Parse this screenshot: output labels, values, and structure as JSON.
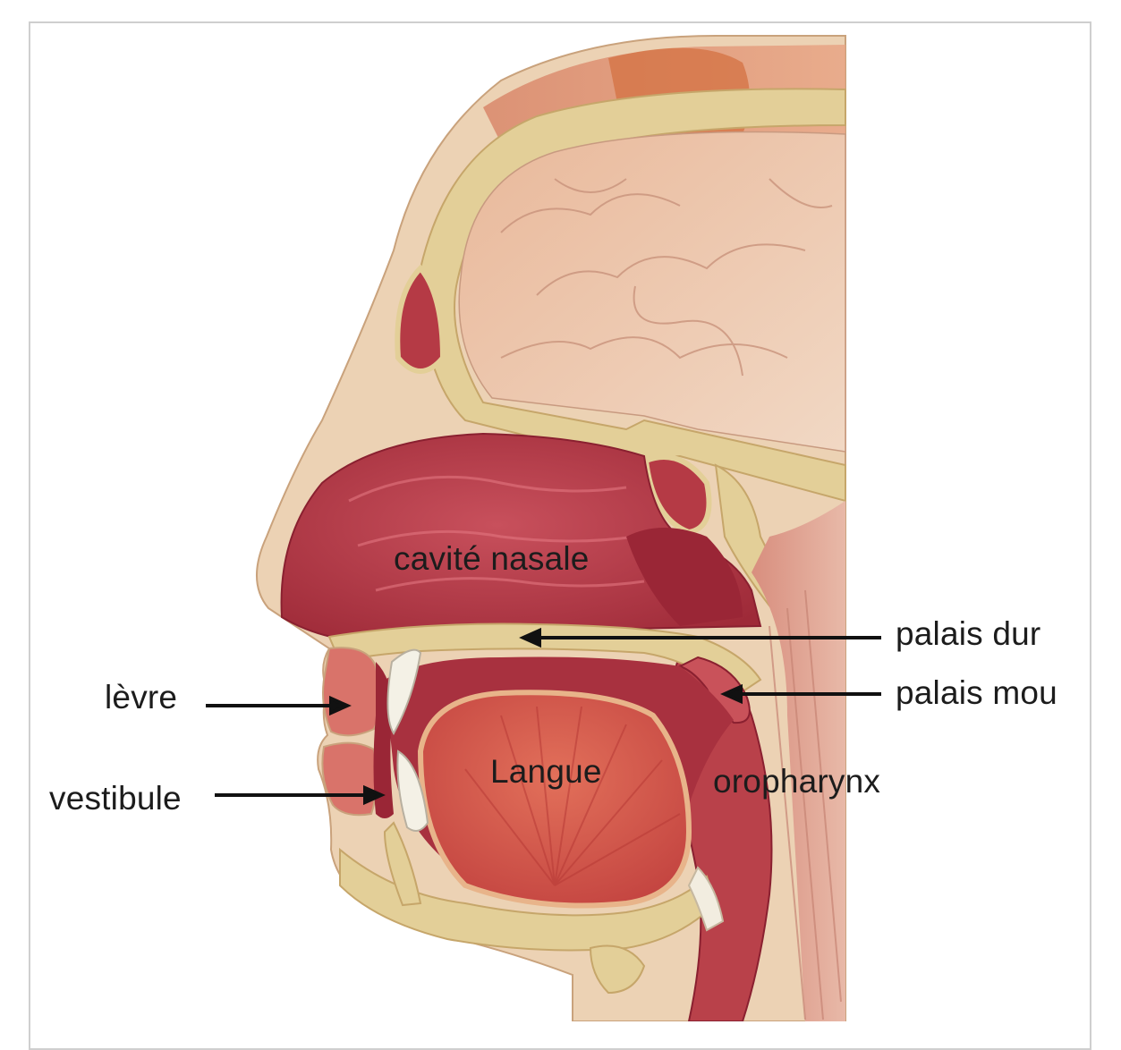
{
  "labels": {
    "cavite_nasale": "cavité nasale",
    "palais_dur": "palais dur",
    "palais_mou": "palais mou",
    "levre": "lèvre",
    "vestibule": "vestibule",
    "langue": "Langue",
    "oropharynx": "oropharynx"
  },
  "colors": {
    "skin": "#e7c9a9",
    "bone": "#e3cf98",
    "mucosa": "#c84a55",
    "muscle": "#d96a55",
    "cavity": "#a8313f",
    "brain": "#ebc4aa",
    "arrow": "#111111"
  }
}
